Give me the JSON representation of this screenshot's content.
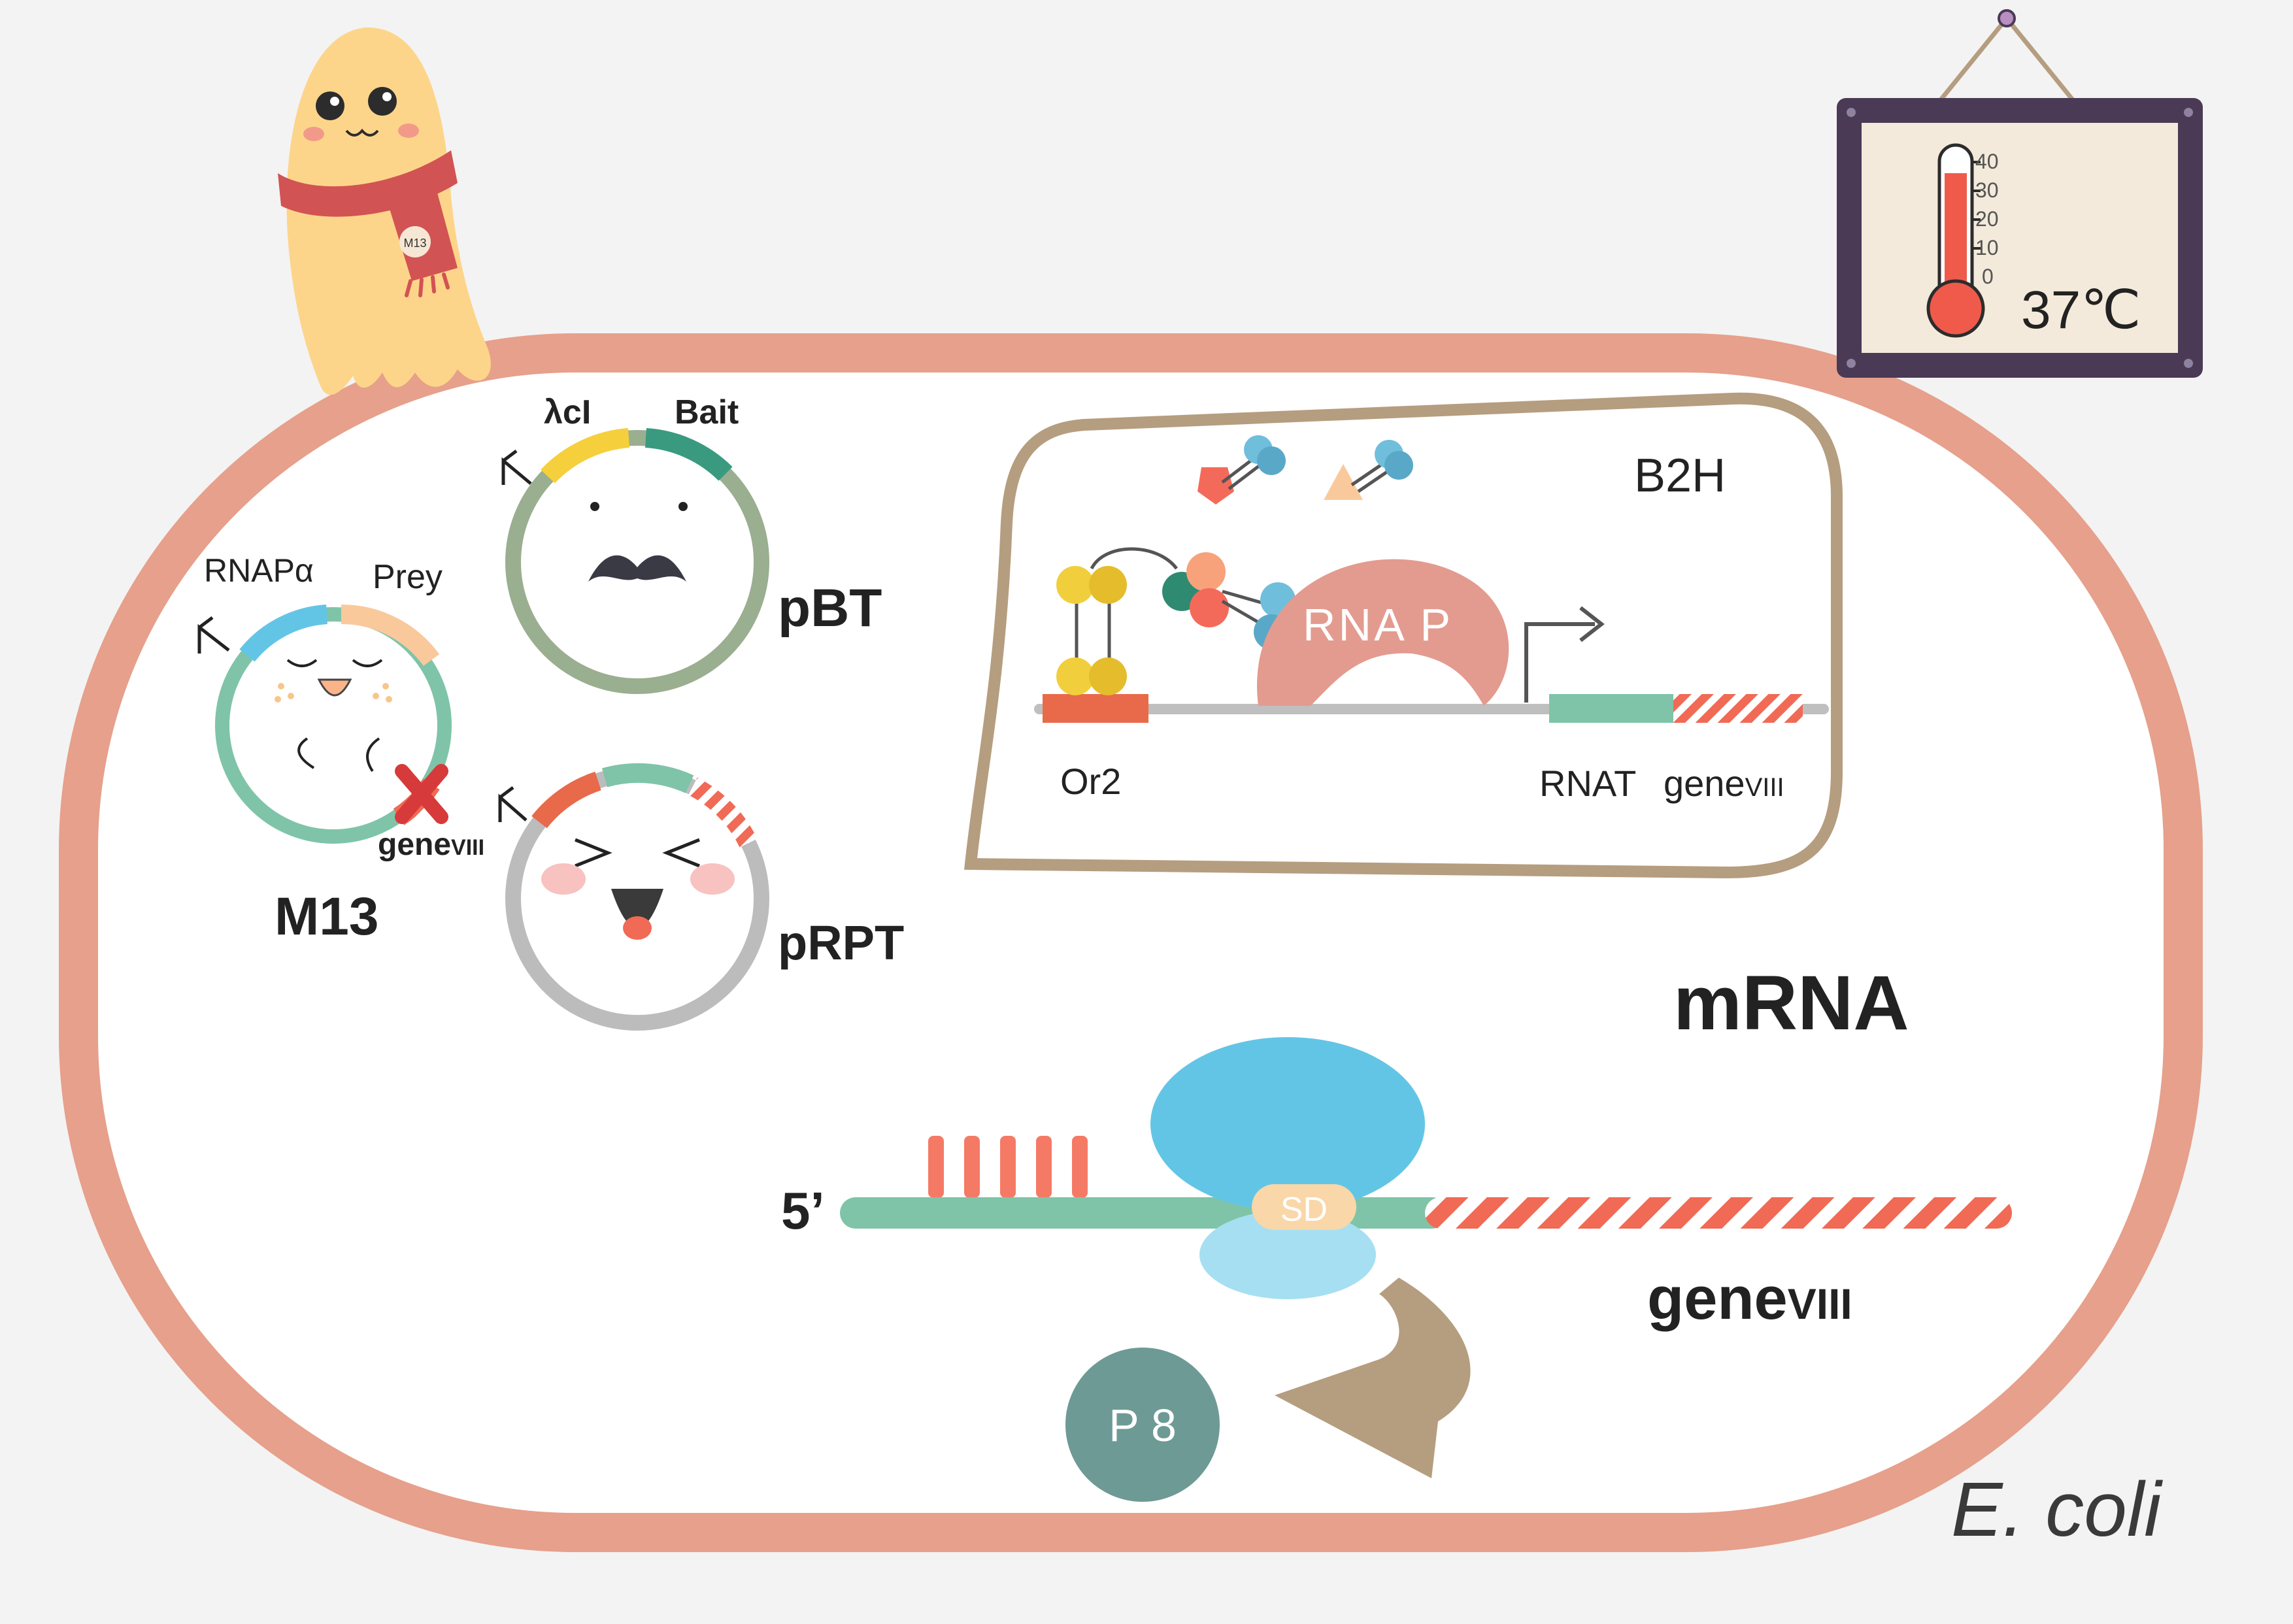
{
  "colors": {
    "background": "#f3f3f3",
    "cell_wall": "#e6a08b",
    "frame": "#4a3a55",
    "frame_inner": "#f3eadb",
    "thermo_red": "#ef5a4b",
    "b2h_border": "#b59d7f",
    "rnap": "#e39b8f",
    "ribosome_top": "#63c5e6",
    "ribosome_bottom": "#a6dff1",
    "mrna_green": "#7fc4a8",
    "mrna_stripe": "#f06a55",
    "p8": "#6e9a95",
    "arrow_tan": "#b59d7f",
    "phage": "#fdd58a",
    "scarf": "#d25353"
  },
  "phage": {
    "scarf_label": "M13"
  },
  "thermometer": {
    "scale": [
      "40",
      "30",
      "20",
      "10",
      "0"
    ],
    "temperature": "37℃"
  },
  "plasmids": {
    "pBT": {
      "name": "pBT",
      "label_lambda": "λcI",
      "label_bait": "Bait"
    },
    "M13": {
      "name": "M13",
      "label_rnap": "RNAPα",
      "label_prey": "Prey",
      "label_gene": "gene",
      "label_gene_sub": "VIII"
    },
    "pRPT": {
      "name": "pRPT"
    }
  },
  "b2h": {
    "title": "B2H",
    "rnap_label": "RNA P",
    "or2_label": "Or2",
    "rnat_label": "RNAT",
    "gene_label": "gene",
    "gene_sub": "VIII"
  },
  "translation": {
    "mrna_label": "mRNA",
    "five_prime": "5’",
    "sd_label": "SD",
    "gene_label": "gene",
    "gene_sub": "VIII",
    "protein_label": "P 8"
  },
  "organism": "E. coli"
}
